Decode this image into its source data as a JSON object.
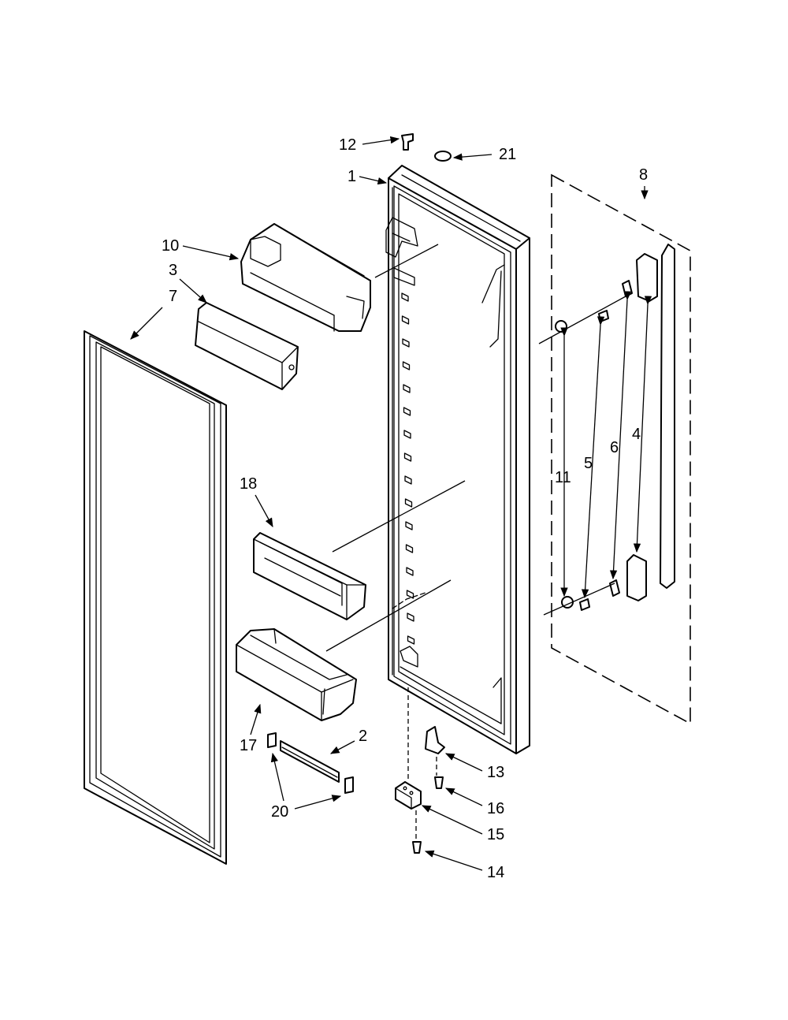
{
  "diagram": {
    "callouts": [
      {
        "id": "1",
        "label": "1"
      },
      {
        "id": "2",
        "label": "2"
      },
      {
        "id": "3",
        "label": "3"
      },
      {
        "id": "4",
        "label": "4"
      },
      {
        "id": "5",
        "label": "5"
      },
      {
        "id": "6",
        "label": "6"
      },
      {
        "id": "7",
        "label": "7"
      },
      {
        "id": "8",
        "label": "8"
      },
      {
        "id": "10",
        "label": "10"
      },
      {
        "id": "11",
        "label": "11"
      },
      {
        "id": "12",
        "label": "12"
      },
      {
        "id": "13",
        "label": "13"
      },
      {
        "id": "14",
        "label": "14"
      },
      {
        "id": "15",
        "label": "15"
      },
      {
        "id": "16",
        "label": "16"
      },
      {
        "id": "17",
        "label": "17"
      },
      {
        "id": "18",
        "label": "18"
      },
      {
        "id": "20",
        "label": "20"
      },
      {
        "id": "21",
        "label": "21"
      }
    ]
  }
}
